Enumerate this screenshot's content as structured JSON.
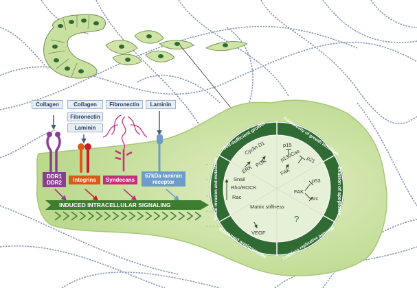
{
  "ligands": {
    "collagen_left": "Collagen",
    "collagen_middle": "Collagen",
    "fibronectin_middle": "Fibronectin",
    "laminin_middle": "Laminin",
    "fibronectin_right": "Fibronectin",
    "laminin_right": "Laminin"
  },
  "receptors": {
    "ddr": "DDR1\nDDR2",
    "integrins": "Integrins",
    "syndecans": "Syndecans",
    "laminin_receptor": "67kDa laminin receptor"
  },
  "signal_bar": "INDUCED INTRACELLULAR SIGNALING",
  "hallmarks": {
    "self_sufficient": "Self-sufficient growth",
    "insensitivity": "Insensitivity of growth inhibitors",
    "evasion": "Evasion of apoptosis",
    "limitless": "Limitless replicative potential",
    "angiogenesis": "Sustained angiogenesis",
    "invasion": "Tissue invasion and metastasis"
  },
  "molecules": {
    "cyclin_d1": "Cyclin D1",
    "erk": "ERK",
    "pi3k": "PI3K",
    "p15": "p15",
    "p21": "p21",
    "p130cas": "p130Cas",
    "fak_top": "FAK",
    "fak_mid": "FAK",
    "p53": "p53",
    "src": "Src",
    "snail": "Snail",
    "rho_rock": "Rho/ROCK",
    "rac": "Rac",
    "matrix_stiffness": "Matrix stiffness",
    "vegf": "VEGF",
    "question": "?"
  },
  "colors": {
    "cell_fill": "#cfe4a6",
    "cell_edge": "#a6c77a",
    "hallmark_ring": "#2f6b33",
    "fiber": "#8a96b8",
    "ddr": "#8b3f8f",
    "integrin_alpha": "#d85a1c",
    "integrin_beta": "#c8202a",
    "syndecan": "#c2307a",
    "laminin_receptor": "#6d9cc8",
    "signal_bar": "#3e7d2f"
  }
}
